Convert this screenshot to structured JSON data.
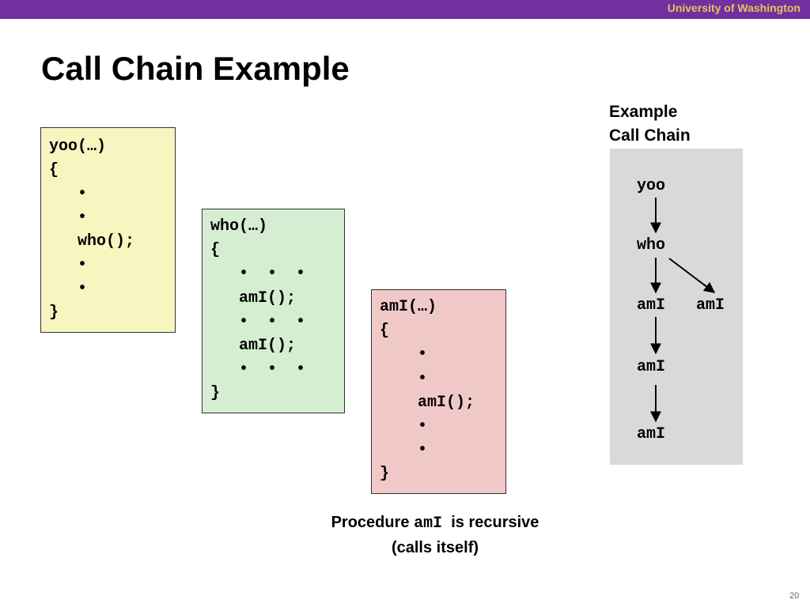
{
  "header": {
    "org": "University of Washington"
  },
  "slide": {
    "title": "Call Chain Example",
    "page_number": "20"
  },
  "code_boxes": {
    "yoo": {
      "lines": [
        "yoo(…)",
        "{",
        "   •",
        "   •",
        "   who();",
        "   •",
        "   •",
        "}"
      ],
      "bg": "#f7f5c0"
    },
    "who": {
      "lines": [
        "who(…)",
        "{",
        "   •  •  •",
        "   amI();",
        "   •  •  •",
        "   amI();",
        "   •  •  •",
        "}"
      ],
      "bg": "#d5eed2"
    },
    "ami": {
      "lines": [
        "amI(…)",
        "{",
        "    •",
        "    •",
        "    amI();",
        "    •",
        "    •",
        "}"
      ],
      "bg": "#f1c8c8"
    }
  },
  "call_chain": {
    "heading_line1": "Example",
    "heading_line2": "Call Chain",
    "nodes": [
      "yoo",
      "who",
      "amI",
      "amI",
      "amI",
      "amI"
    ]
  },
  "caption": {
    "line1_prefix": "Procedure ",
    "line1_code": "amI",
    "line1_suffix": "  is recursive",
    "line2": "(calls itself)"
  },
  "colors": {
    "header_bar": "#7030a0",
    "header_text": "#e8c35a",
    "chain_panel": "#d9d9d9"
  }
}
